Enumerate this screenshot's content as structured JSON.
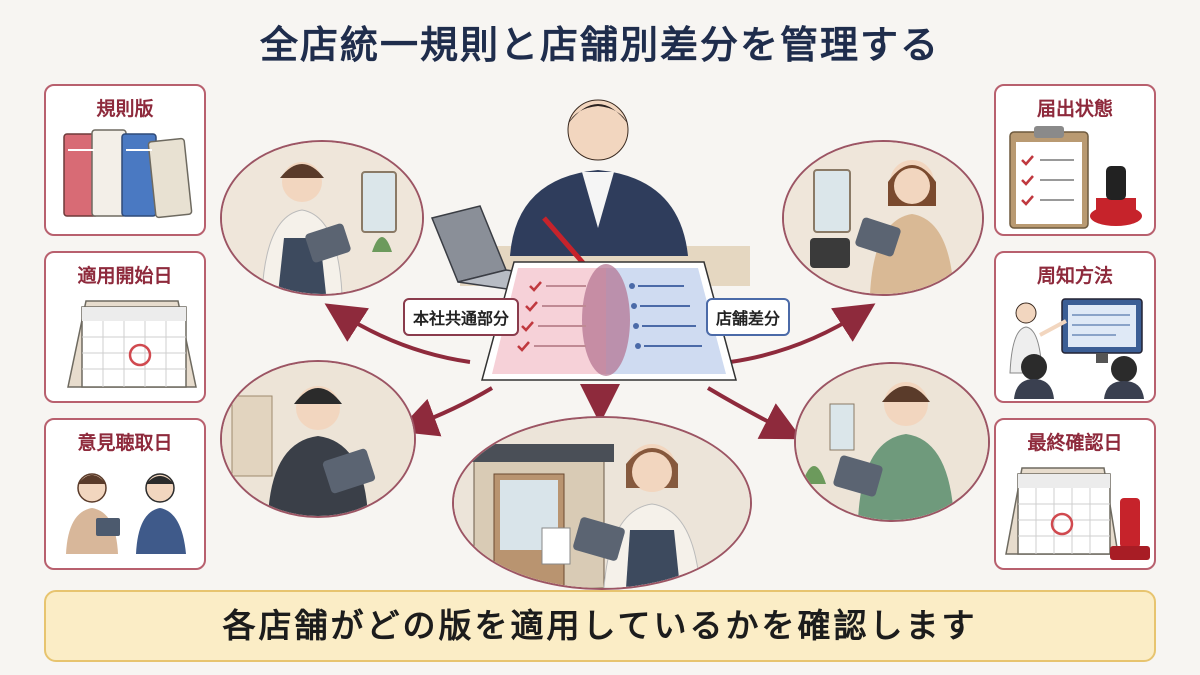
{
  "title": "全店統一規則と店舗別差分を管理する",
  "left_cards": [
    {
      "label": "規則版",
      "icon": "rulebook-stack-icon"
    },
    {
      "label": "適用開始日",
      "icon": "calendar-icon"
    },
    {
      "label": "意見聴取日",
      "icon": "hearing-meeting-icon"
    }
  ],
  "right_cards": [
    {
      "label": "届出状態",
      "icon": "clipboard-stamp-icon"
    },
    {
      "label": "周知方法",
      "icon": "presentation-screen-icon"
    },
    {
      "label": "最終確認日",
      "icon": "calendar-stamp-icon"
    }
  ],
  "center": {
    "common_label": "本社共通部分",
    "diff_label": "店舗差分"
  },
  "banner": "各店舗がどの版を適用しているかを確認します",
  "colors": {
    "title": "#1f2d4c",
    "card_border": "#b8606e",
    "arrow": "#8e2a3c",
    "banner_bg": "#fbedc6",
    "common_zone": "#f4c9d1",
    "diff_zone": "#c7d5ef"
  }
}
